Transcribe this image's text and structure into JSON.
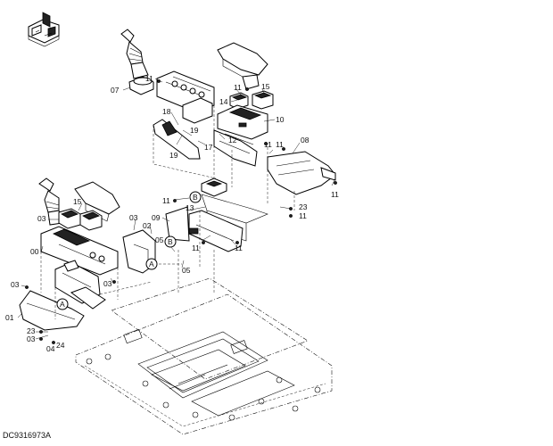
{
  "diagram": {
    "document_code": "DC9316973A",
    "callouts": [
      {
        "text": "11"
      },
      {
        "text": "07"
      },
      {
        "text": "18"
      },
      {
        "text": "19"
      },
      {
        "text": "19"
      },
      {
        "text": "17"
      },
      {
        "text": "11"
      },
      {
        "text": "14"
      },
      {
        "text": "15"
      },
      {
        "text": "10"
      },
      {
        "text": "12"
      },
      {
        "text": "11"
      },
      {
        "text": "11"
      },
      {
        "text": "08"
      },
      {
        "text": "11"
      },
      {
        "text": "11"
      },
      {
        "text": "13"
      },
      {
        "text": "23"
      },
      {
        "text": "11"
      },
      {
        "text": "09"
      },
      {
        "text": "11"
      },
      {
        "text": "11"
      },
      {
        "text": "15"
      },
      {
        "text": "03"
      },
      {
        "text": "03"
      },
      {
        "text": "02"
      },
      {
        "text": "05"
      },
      {
        "text": "05"
      },
      {
        "text": "00"
      },
      {
        "text": "03"
      },
      {
        "text": "03"
      },
      {
        "text": "01"
      },
      {
        "text": "23"
      },
      {
        "text": "03"
      },
      {
        "text": "24"
      },
      {
        "text": "04"
      }
    ],
    "circle_refs": [
      {
        "text": "B"
      },
      {
        "text": "B"
      },
      {
        "text": "A"
      },
      {
        "text": "A"
      }
    ]
  }
}
